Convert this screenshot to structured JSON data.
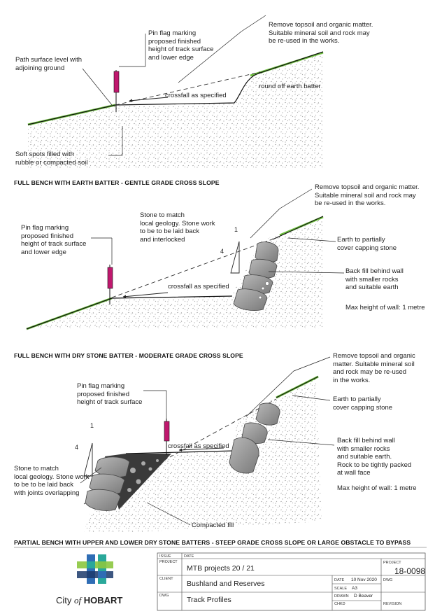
{
  "diagram1": {
    "title": "FULL BENCH WITH EARTH BATTER - GENTLE GRADE CROSS SLOPE",
    "labels": {
      "path_surface": "Path surface level with\nadjoining ground",
      "pin_flag": "Pin flag marking\nproposed finished\nheight of track surface\nand lower edge",
      "remove_topsoil": "Remove topsoil and organic matter.\nSuitable mineral soil and rock may\nbe re-used in the works.",
      "round_off": "round off earth batter",
      "crossfall": "crossfall as specified",
      "soft_spots": "Soft spots filled with\nrubble or compacted soil"
    }
  },
  "diagram2": {
    "title": "FULL BENCH WITH DRY STONE BATTER - MODERATE GRADE CROSS SLOPE",
    "labels": {
      "remove_topsoil": "Remove topsoil and organic matter.\nSuitable mineral soil and rock may\nbe re-used in the works.",
      "stone_match": "Stone to match\nlocal geology. Stone work\nto be to be laid back\nand interlocked",
      "pin_flag": "Pin flag marking\nproposed finished\nheight of track surface\nand lower edge",
      "earth_cover": "Earth to partially\ncover capping stone",
      "back_fill": "Back fill behind wall\nwith smaller rocks\nand suitable earth",
      "max_height": "Max height of wall: 1 metre",
      "crossfall": "crossfall as specified",
      "ratio_top": "1",
      "ratio_side": "4"
    }
  },
  "diagram3": {
    "title": "PARTIAL BENCH WITH UPPER AND LOWER DRY STONE BATTERS - STEEP GRADE CROSS SLOPE OR LARGE OBSTACLE TO BYPASS",
    "labels": {
      "remove_topsoil": "Remove topsoil and organic\nmatter.  Suitable mineral soil\nand rock may be re-used\nin the works.",
      "pin_flag": "Pin flag marking\nproposed finished\nheight of track surface",
      "earth_cover": "Earth to partially\ncover capping stone",
      "back_fill": "Back fill behind wall\nwith smaller rocks\nand suitable earth.\nRock to be tightly packed\nat wall face",
      "max_height": "Max height of wall: 1 metre",
      "crossfall": "crossfall as specified",
      "stone_match": "Stone to match\nlocal geology. Stone work\nto be to be laid back\nwith joints overlapping",
      "compacted": "Compacted fill",
      "ratio_top": "1",
      "ratio_side": "4"
    }
  },
  "title_block": {
    "logo_text_city": "City",
    "logo_text_of": "of",
    "logo_text_hobart": "HOBART",
    "issue_label": "ISSUE",
    "date_label": "DATE",
    "project_label": "PROJECT",
    "project_value": "MTB projects 20 / 21",
    "client_label": "CLIENT",
    "client_value": "Bushland and Reserves",
    "dwg_label": "DWG",
    "dwg_value": "Track Profiles",
    "project_no_label": "PROJECT",
    "project_no_value": "18-0098",
    "date2_label": "DATE",
    "date2_value": "10 Nov 2020",
    "dwg2_label": "DWG",
    "scale_label": "SCALE",
    "scale_value": "A3",
    "drawn_label": "DRAWN",
    "drawn_value": "D Beaver",
    "chkd_label": "CHKD",
    "revision_label": "REVISION"
  },
  "colors": {
    "pin_flag": "#c0186e",
    "grass": "#6cbf3c",
    "stone": "#9a9a9a",
    "fill_dark": "#3a3a3a",
    "logo_blue": "#2f6db5",
    "logo_teal": "#2aa89a",
    "logo_green": "#8cc63f",
    "logo_navy": "#1b3a6b"
  }
}
